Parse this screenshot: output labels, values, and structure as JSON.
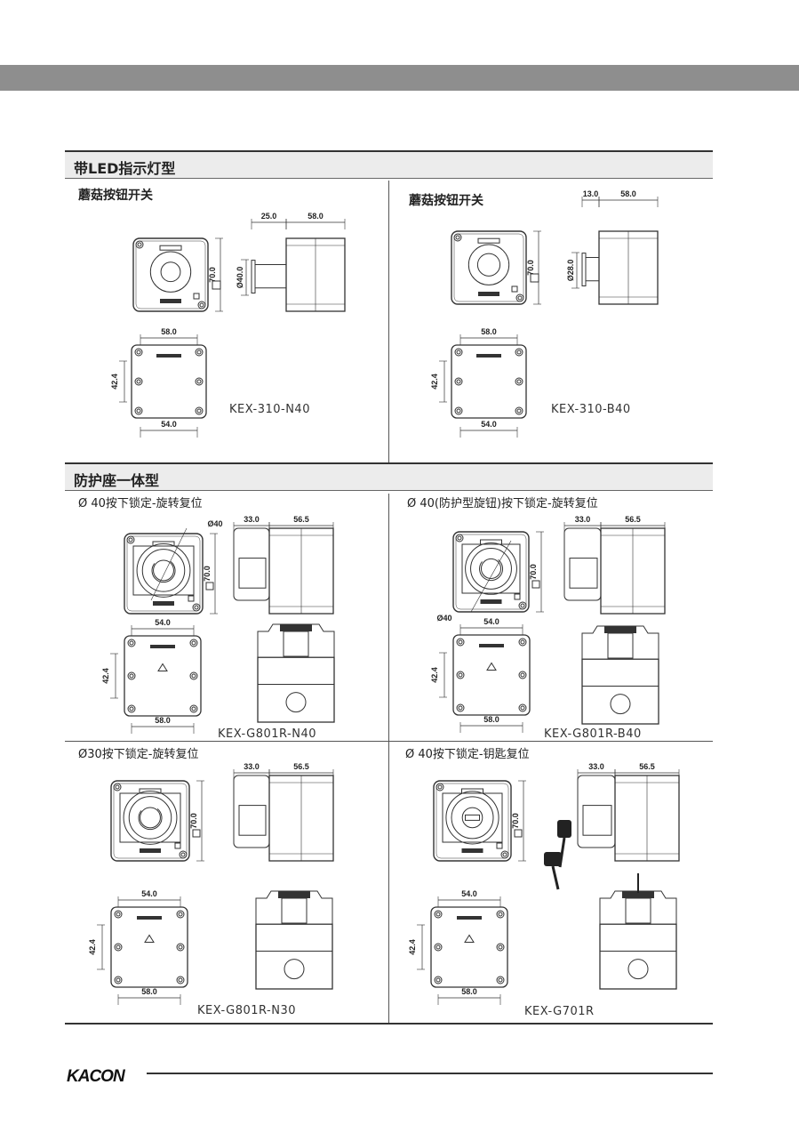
{
  "sections": [
    {
      "title": "带LED指示灯型",
      "cells": [
        {
          "title": "蘑菇按钮开关",
          "model": "KEX-310-N40",
          "dims": {
            "top_a": "25.0",
            "top_b": "58.0",
            "height": "70.0",
            "dia": "Ø40.0",
            "bottom_top": "58.0",
            "bottom_side": "42.4",
            "bottom_bottom": "54.0"
          }
        },
        {
          "title": "蘑菇按钮开关",
          "model": "KEX-310-B40",
          "dims": {
            "top_a": "13.0",
            "top_b": "58.0",
            "height": "70.0",
            "dia": "Ø28.0",
            "bottom_top": "58.0",
            "bottom_side": "42.4",
            "bottom_bottom": "54.0"
          }
        }
      ]
    },
    {
      "title": "防护座一体型",
      "cells": [
        {
          "title": "Ø 40按下锁定-旋转复位",
          "model": "KEX-G801R-N40",
          "dims": {
            "dia": "Ø40",
            "top_a": "33.0",
            "top_b": "56.5",
            "height": "70.0",
            "bottom_top": "54.0",
            "bottom_side": "42.4",
            "bottom_bottom": "58.0"
          }
        },
        {
          "title": "Ø 40(防护型旋钮)按下锁定-旋转复位",
          "model": "KEX-G801R-B40",
          "dims": {
            "dia": "Ø40",
            "top_a": "33.0",
            "top_b": "56.5",
            "height": "70.0",
            "bottom_top": "54.0",
            "bottom_side": "42.4",
            "bottom_bottom": "58.0"
          }
        },
        {
          "title": "Ø30按下锁定-旋转复位",
          "model": "KEX-G801R-N30",
          "dims": {
            "top_a": "33.0",
            "top_b": "56.5",
            "height": "70.0",
            "bottom_top": "54.0",
            "bottom_side": "42.4",
            "bottom_bottom": "58.0"
          }
        },
        {
          "title": "Ø 40按下锁定-钥匙复位",
          "model": "KEX-G701R",
          "dims": {
            "top_a": "33.0",
            "top_b": "56.5",
            "height": "70.0",
            "bottom_top": "54.0",
            "bottom_side": "42.4",
            "bottom_bottom": "58.0"
          }
        }
      ]
    }
  ],
  "brand_logo": "KACON"
}
